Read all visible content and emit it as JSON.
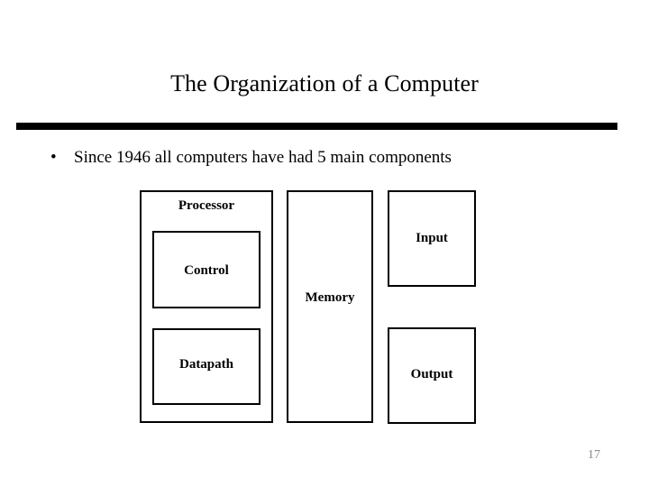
{
  "slide": {
    "title": "The Organization of a Computer",
    "page_number": "17",
    "rule_color": "#000000",
    "text_color": "#000000",
    "page_number_color": "#8a8a8a",
    "background_color": "#ffffff"
  },
  "body": {
    "bullets": [
      {
        "marker": "•",
        "text": "Since 1946 all computers have had 5 main components"
      }
    ]
  },
  "diagram": {
    "boxes": [
      {
        "id": "processor",
        "label": "Processor",
        "label_position": "top-center"
      },
      {
        "id": "control",
        "label": "Control",
        "label_position": "center"
      },
      {
        "id": "datapath",
        "label": "Datapath",
        "label_position": "center"
      },
      {
        "id": "memory",
        "label": "Memory",
        "label_position": "center"
      },
      {
        "id": "input",
        "label": "Input",
        "label_position": "center"
      },
      {
        "id": "output",
        "label": "Output",
        "label_position": "center"
      }
    ]
  }
}
